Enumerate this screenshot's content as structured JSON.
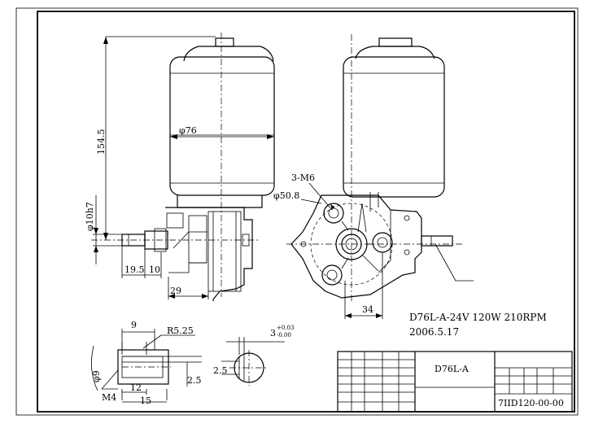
{
  "dimensions": {
    "motor_height": "154.5",
    "motor_diameter": "φ76",
    "shaft_diameter": "φ10h7",
    "shaft_length_1": "19.5",
    "shaft_length_2": "10",
    "shaft_offset": "29",
    "holes": "3-M6",
    "bolt_circle": "φ50.8",
    "side_offset": "34",
    "key_width": "9",
    "key_radius": "R5.25",
    "key_depth": "2.5",
    "key_length": "12",
    "key_total": "15",
    "thread": "M4",
    "key_dia": "φ9",
    "flat_depth": "2.5",
    "tol_main": "3",
    "tol_upper": "+0.03",
    "tol_lower": "-0.00"
  },
  "notes": {
    "spec": "D76L-A-24V 120W 210RPM",
    "date": "2006.5.17"
  },
  "title_block": {
    "model": "D76L-A",
    "drawing_no": "7IID120-00-00"
  }
}
